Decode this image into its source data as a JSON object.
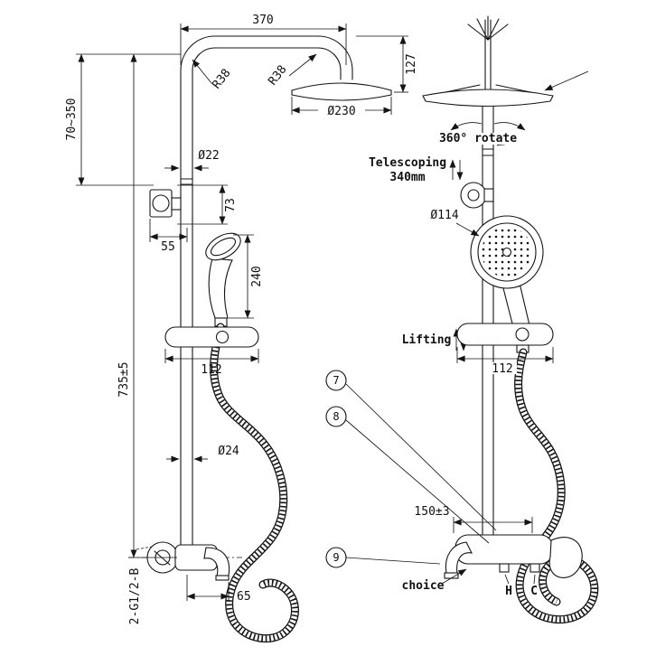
{
  "drawing": {
    "background": "#ffffff",
    "line_color": "#141414",
    "left": {
      "dim_top_width": "370",
      "dim_head_drop": "127",
      "radius_left": "R38",
      "radius_right": "R38",
      "dia_head": "Ø230",
      "dim_adjust_range": "70~350",
      "dia_pipe": "Ø22",
      "dim_bracket_height": "73",
      "dim_wall_offset": "55",
      "dim_handshower": "240",
      "dim_total_height": "735±5",
      "dim_slider_width": "112",
      "dia_lower_pipe": "Ø24",
      "dim_spout_reach": "65",
      "thread_spec": "2-G1/2-B"
    },
    "right": {
      "rotate_label": "360° rotate",
      "telescoping_label": "Telescoping",
      "telescoping_value": "340mm",
      "dia_handshower": "Ø114",
      "lifting_label": "Lifting",
      "dim_slider_width": "112",
      "callout_7": "7",
      "callout_8": "8",
      "callout_9": "9",
      "dim_inlet_spacing": "150±3",
      "choice_label": "choice",
      "hot_label": "H",
      "cold_label": "C"
    }
  }
}
